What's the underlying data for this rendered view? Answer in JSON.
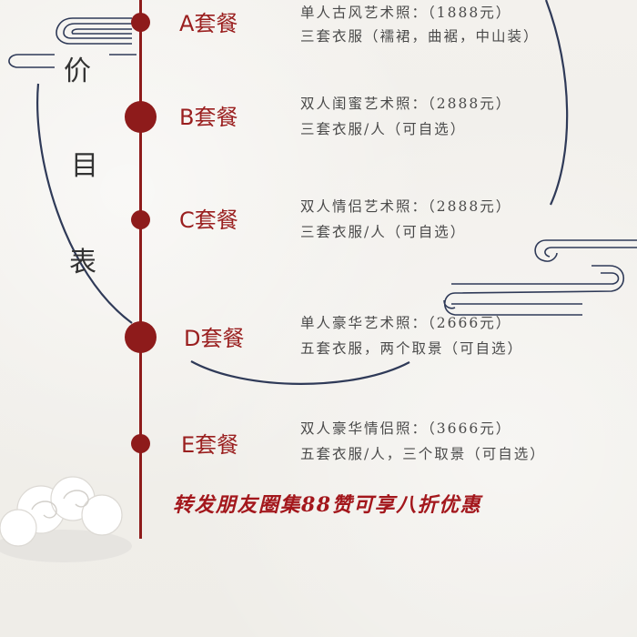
{
  "title_chars": [
    "价",
    "目",
    "表"
  ],
  "packages": [
    {
      "label": "A套餐",
      "line1": "单人古风艺术照：（1888元）",
      "line2": "三套衣服（襦裙，曲裾，中山装）"
    },
    {
      "label": "B套餐",
      "line1": "双人闺蜜艺术照：（2888元）",
      "line2": "三套衣服/人（可自选）"
    },
    {
      "label": "C套餐",
      "line1": "双人情侣艺术照：（2888元）",
      "line2": "三套衣服/人（可自选）"
    },
    {
      "label": "D套餐",
      "line1": "单人豪华艺术照：（2666元）",
      "line2": "五套衣服，两个取景（可自选）"
    },
    {
      "label": "E套餐",
      "line1": "双人豪华情侣照：（3666元）",
      "line2": "五套衣服/人，三个取景（可自选）"
    }
  ],
  "promo": "转发朋友圈集88赞可享八折优惠",
  "colors": {
    "accent_red": "#8e1b1b",
    "text_gray": "#4a4a4a",
    "decor_navy": "#2f3a58"
  }
}
